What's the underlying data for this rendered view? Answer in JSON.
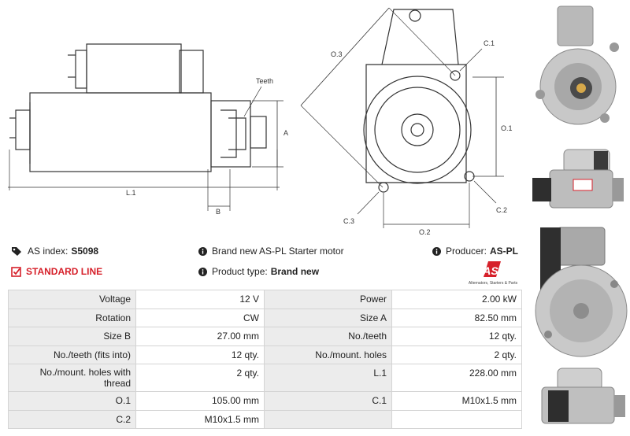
{
  "drawing_labels": {
    "teeth": "Teeth",
    "a": "A",
    "b": "B",
    "l1": "L.1",
    "o1": "O.1",
    "o2": "O.2",
    "o3": "O.3",
    "c1": "C.1",
    "c2": "C.2",
    "c3": "C.3"
  },
  "info": {
    "as_index_label": "AS index:",
    "as_index_value": "S5098",
    "line": "STANDARD LINE",
    "description": "Brand new AS-PL Starter motor",
    "product_type_label": "Product type:",
    "product_type_value": "Brand new",
    "producer_label": "Producer:",
    "producer_value": "AS-PL"
  },
  "logo": {
    "mark": "AS",
    "tagline": "Alternators, Starters & Parts"
  },
  "specs": [
    [
      "Voltage",
      "12 V",
      "Power",
      "2.00 kW"
    ],
    [
      "Rotation",
      "CW",
      "Size A",
      "82.50 mm"
    ],
    [
      "Size B",
      "27.00 mm",
      "No./teeth",
      "12 qty."
    ],
    [
      "No./teeth (fits into)",
      "12 qty.",
      "No./mount. holes",
      "2 qty."
    ],
    [
      "No./mount. holes with thread",
      "2 qty.",
      "L.1",
      "228.00 mm"
    ],
    [
      "O.1",
      "105.00 mm",
      "C.1",
      "M10x1.5 mm"
    ],
    [
      "C.2",
      "M10x1.5 mm",
      "",
      ""
    ]
  ],
  "colors": {
    "accent_red": "#d6202a",
    "label_bg": "#ececec",
    "border": "#d4d4d4"
  }
}
